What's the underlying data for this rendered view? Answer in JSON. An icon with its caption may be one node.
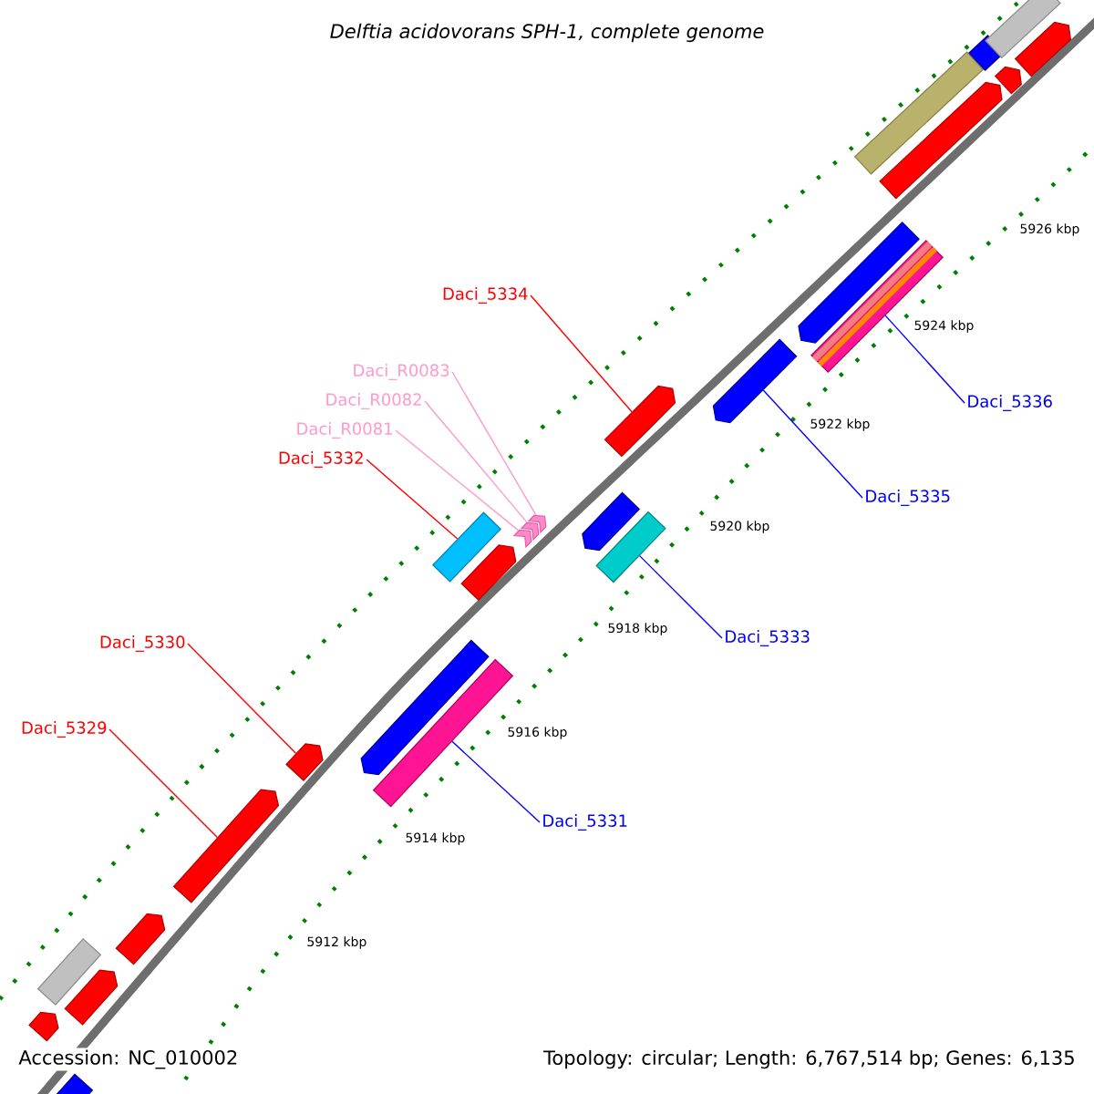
{
  "diagram": {
    "title": "Delftia acidovorans SPH-1, complete genome",
    "nodes": [
      {
        "text": [
          "Daci_5334"
        ]
      },
      {
        "text": [
          "Daci_R0083"
        ]
      },
      {
        "text": [
          "Daci_R0082"
        ]
      },
      {
        "text": [
          "Daci_R0081"
        ]
      },
      {
        "text": [
          "Daci_5332"
        ]
      },
      {
        "text": [
          "Daci_5330"
        ]
      },
      {
        "text": [
          "Daci_5329"
        ]
      },
      {
        "text": [
          "Daci_5336"
        ]
      },
      {
        "text": [
          "Daci_5335"
        ]
      },
      {
        "text": [
          "Daci_5333"
        ]
      },
      {
        "text": [
          "Daci_5331"
        ]
      },
      {
        "text": [],
        "shape": "bar"
      },
      {
        "text": [],
        "shape": "arrow"
      },
      {
        "text": [],
        "shape": "arrow"
      },
      {
        "text": [],
        "shape": "arrow"
      },
      {
        "text": [],
        "shape": "bar"
      },
      {
        "text": [],
        "shape": "bar"
      },
      {
        "text": [],
        "shape": "bar"
      },
      {
        "text": [],
        "shape": "bar"
      },
      {
        "text": [],
        "shape": "bar"
      },
      {
        "text": [],
        "shape": "bar"
      },
      {
        "text": [],
        "shape": "bar"
      },
      {
        "text": [],
        "shape": "bar"
      },
      {
        "text": [],
        "shape": "bar"
      },
      {
        "text": [],
        "shape": "bar"
      },
      {
        "text": [],
        "shape": "bar"
      },
      {
        "text": [],
        "shape": "bar"
      },
      {
        "text": [],
        "shape": "bar"
      },
      {
        "text": [],
        "shape": "bar"
      },
      {
        "text": [],
        "shape": "bar"
      },
      {
        "text": [],
        "shape": "bar"
      },
      {
        "text": [],
        "shape": "bar"
      },
      {
        "text": [],
        "shape": "bar"
      },
      {
        "text": [],
        "shape": "bar"
      },
      {
        "text": [],
        "shape": "bar"
      },
      {
        "text": [],
        "shape": "bar"
      },
      {
        "text": [],
        "shape": "bar"
      }
    ],
    "edges": [
      {
        "from": 0,
        "to": 11,
        "arrow": "none",
        "color": "#ff0000"
      },
      {
        "from": 1,
        "to": 14,
        "arrow": "none",
        "color": "#ff99cc"
      },
      {
        "from": 2,
        "to": 13,
        "arrow": "none",
        "color": "#ff99cc"
      },
      {
        "from": 3,
        "to": 12,
        "arrow": "none",
        "color": "#ff99cc"
      },
      {
        "from": 4,
        "to": 15,
        "arrow": "none",
        "color": "#ff0000"
      },
      {
        "from": 5,
        "to": 16,
        "arrow": "none",
        "color": "#ff0000"
      },
      {
        "from": 6,
        "to": 17,
        "arrow": "none",
        "color": "#ff0000"
      },
      {
        "from": 7,
        "to": 18,
        "arrow": "none",
        "color": "#0000ff"
      },
      {
        "from": 8,
        "to": 19,
        "arrow": "none",
        "color": "#0000ff"
      },
      {
        "from": 9,
        "to": 20,
        "arrow": "none",
        "color": "#0000ff"
      },
      {
        "from": 10,
        "to": 21,
        "arrow": "none",
        "color": "#0000ff"
      }
    ],
    "labels": [
      "5926 kbp",
      "5924 kbp",
      "5922 kbp",
      "5920 kbp",
      "5918 kbp",
      "5916 kbp",
      "5914 kbp",
      "5912 kbp",
      "Accession: NC_010002",
      "Topology: circular; Length: 6,767,514 bp; Genes: 6,135"
    ]
  }
}
